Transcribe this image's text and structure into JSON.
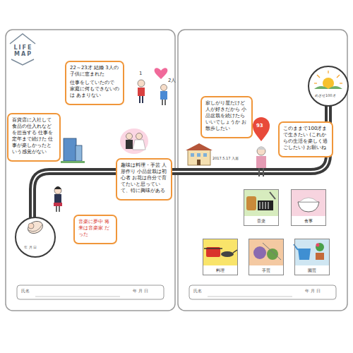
{
  "diagram": {
    "nodes": [
      {
        "text": [
          "22～23才 結婚 3人の子供に恵まれた",
          "仕事をしていたので 家庭に何もできないのは あまりない"
        ]
      },
      {
        "text": [
          "百貨店に入社して 食品の仕入れなどを担当する 仕事を定年まで続けた 仕事が楽しかったという感覚がない"
        ]
      },
      {
        "text": [
          "趣味は料理・手芸 人形作り 小品盆栽は初心者 お花は自分で育てたいと思っていて、特に興味がある"
        ]
      },
      {
        "text": [
          "音楽に夢中 将来は音楽家 だった"
        ]
      },
      {
        "text": [
          "寂しがり屋だけど 人が好きだから 小品盆栽を続けたら いいでしょうか お散歩したい"
        ]
      },
      {
        "text": [
          "このままで100才まで生きたい (これからの生活を楽しく過ごしたい) お願いね"
        ]
      },
      {
        "text": [
          "音楽"
        ]
      },
      {
        "text": [
          "食事"
        ]
      },
      {
        "text": [
          "料理"
        ]
      },
      {
        "text": [
          "手芸"
        ]
      },
      {
        "text": [
          "園芸"
        ]
      }
    ],
    "labels": [
      "LIFE MAP",
      "1",
      "2人",
      "年 月 日",
      "2017.5.17 入居",
      "93",
      "めざせ100才",
      "氏名",
      "年 月 日",
      "氏名",
      "年 月 日"
    ]
  }
}
